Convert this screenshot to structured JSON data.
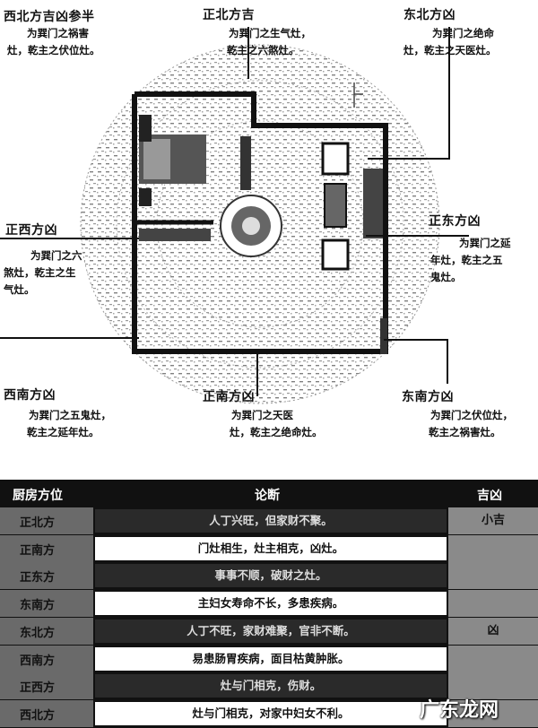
{
  "diagram": {
    "labels": [
      {
        "name": "nw",
        "title": "西北方吉凶参半",
        "lines": [
          "为巽门之祸害",
          "灶，乾主之伏位灶。"
        ]
      },
      {
        "name": "n",
        "title": "正北方吉",
        "lines": [
          "为巽门之生气灶，",
          "乾主之六煞灶。"
        ]
      },
      {
        "name": "ne",
        "title": "东北方凶",
        "lines": [
          "为巽门之绝命",
          "灶，乾主之天医灶。"
        ]
      },
      {
        "name": "w",
        "title": "正西方凶",
        "lines": [
          "为巽门之六",
          "煞灶，乾主之生",
          "气灶。"
        ]
      },
      {
        "name": "e",
        "title": "正东方凶",
        "lines": [
          "为巽门之延",
          "年灶，乾主之五",
          "鬼灶。"
        ]
      },
      {
        "name": "sw",
        "title": "西南方凶",
        "lines": [
          "为巽门之五鬼灶，",
          "乾主之延年灶。"
        ]
      },
      {
        "name": "s",
        "title": "正南方凶",
        "lines": [
          "为巽门之天医",
          "灶，乾主之绝命灶。"
        ]
      },
      {
        "name": "se",
        "title": "东南方凶",
        "lines": [
          "为巽门之伏位灶，",
          "乾主之祸害灶。"
        ]
      }
    ]
  },
  "table": {
    "headers": {
      "direction": "厨房方位",
      "verdict": "论断",
      "result": "吉凶"
    },
    "rows": [
      {
        "direction": "正北方",
        "verdict": "人丁兴旺，但家财不聚。",
        "result": "小吉",
        "dark": true
      },
      {
        "direction": "正南方",
        "verdict": "门灶相生，灶主相克，凶灶。",
        "result": "",
        "dark": false
      },
      {
        "direction": "正东方",
        "verdict": "事事不顺，破财之灶。",
        "result": "",
        "dark": true
      },
      {
        "direction": "东南方",
        "verdict": "主妇女寿命不长，多患疾病。",
        "result": "",
        "dark": false
      },
      {
        "direction": "东北方",
        "verdict": "人丁不旺，家财难聚，官非不断。",
        "result": "凶",
        "dark": true
      },
      {
        "direction": "西南方",
        "verdict": "易患肠胃疾病，面目枯黄肿胀。",
        "result": "",
        "dark": false
      },
      {
        "direction": "正西方",
        "verdict": "灶与门相克，伤财。",
        "result": "",
        "dark": true
      },
      {
        "direction": "西北方",
        "verdict": "灶与门相克，对家中妇女不利。",
        "result": "",
        "dark": false
      }
    ]
  },
  "watermark": "广东龙网"
}
